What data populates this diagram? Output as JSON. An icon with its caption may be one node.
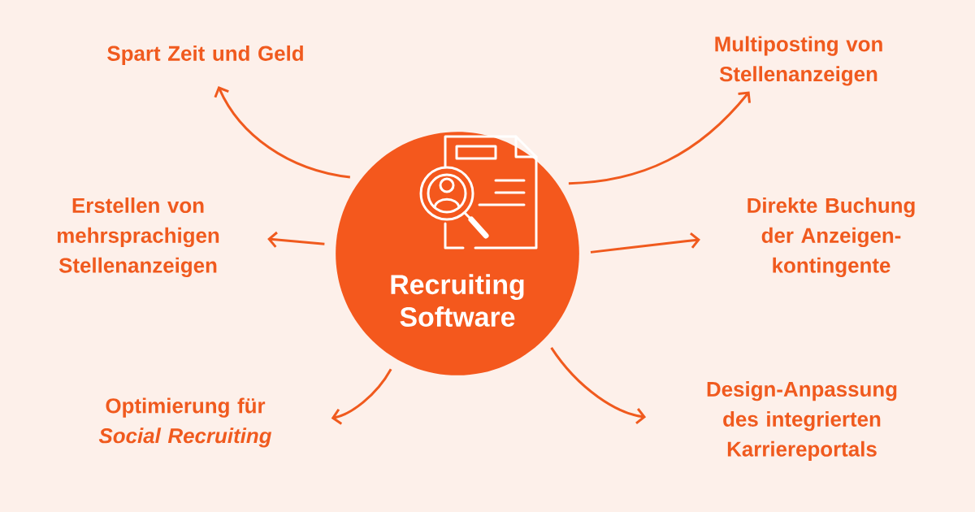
{
  "diagram": {
    "nodes": [
      {
        "text": [
          "Recruiting Software"
        ]
      },
      {
        "text": [
          "Spart Zeit und Geld"
        ]
      },
      {
        "text": [
          "Multiposting von Stellenanzeigen"
        ]
      },
      {
        "text": [
          "Erstellen von mehrsprachigen Stellenanzeigen"
        ]
      },
      {
        "text": [
          "Direkte Buchung der Anzeigen-kontingente"
        ]
      },
      {
        "text": [
          "Optimierung für *Social Recruiting*"
        ]
      },
      {
        "text": [
          "Design-Anpassung des integrierten Karriereportals"
        ]
      }
    ],
    "edges": [
      {
        "from": 0,
        "to": 1,
        "arrow": "to"
      },
      {
        "from": 0,
        "to": 2,
        "arrow": "to"
      },
      {
        "from": 0,
        "to": 3,
        "arrow": "to"
      },
      {
        "from": 0,
        "to": 4,
        "arrow": "to"
      },
      {
        "from": 0,
        "to": 5,
        "arrow": "to"
      },
      {
        "from": 0,
        "to": 6,
        "arrow": "to"
      }
    ]
  }
}
